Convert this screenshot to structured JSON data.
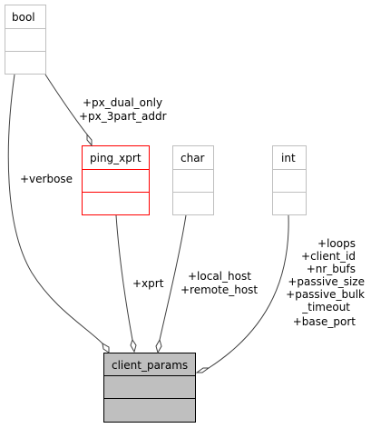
{
  "nodes": {
    "bool": {
      "name": "bool",
      "border": "#bfbfbf",
      "fill": "#ffffff"
    },
    "ping_xprt": {
      "name": "ping_xprt",
      "border": "#ff0000",
      "fill": "#ffffff"
    },
    "char": {
      "name": "char",
      "border": "#bfbfbf",
      "fill": "#ffffff"
    },
    "int": {
      "name": "int",
      "border": "#bfbfbf",
      "fill": "#ffffff"
    },
    "client_params": {
      "name": "client_params",
      "border": "#000000",
      "fill": "#bfbfbf"
    }
  },
  "edges": {
    "bool_to_ping": {
      "labels": [
        "+px_dual_only",
        "+px_3part_addr"
      ]
    },
    "bool_to_client": {
      "labels": [
        "+verbose"
      ]
    },
    "ping_to_client": {
      "labels": [
        "+xprt"
      ]
    },
    "char_to_client": {
      "labels": [
        "+local_host",
        "+remote_host"
      ]
    },
    "int_to_client": {
      "labels": [
        "+loops",
        "+client_id",
        "+nr_bufs",
        "+passive_size",
        "+passive_bulk",
        "_timeout",
        "+base_port"
      ]
    }
  },
  "colors": {
    "edge": "#404040",
    "arrowhead_fill": "#ffffff"
  }
}
